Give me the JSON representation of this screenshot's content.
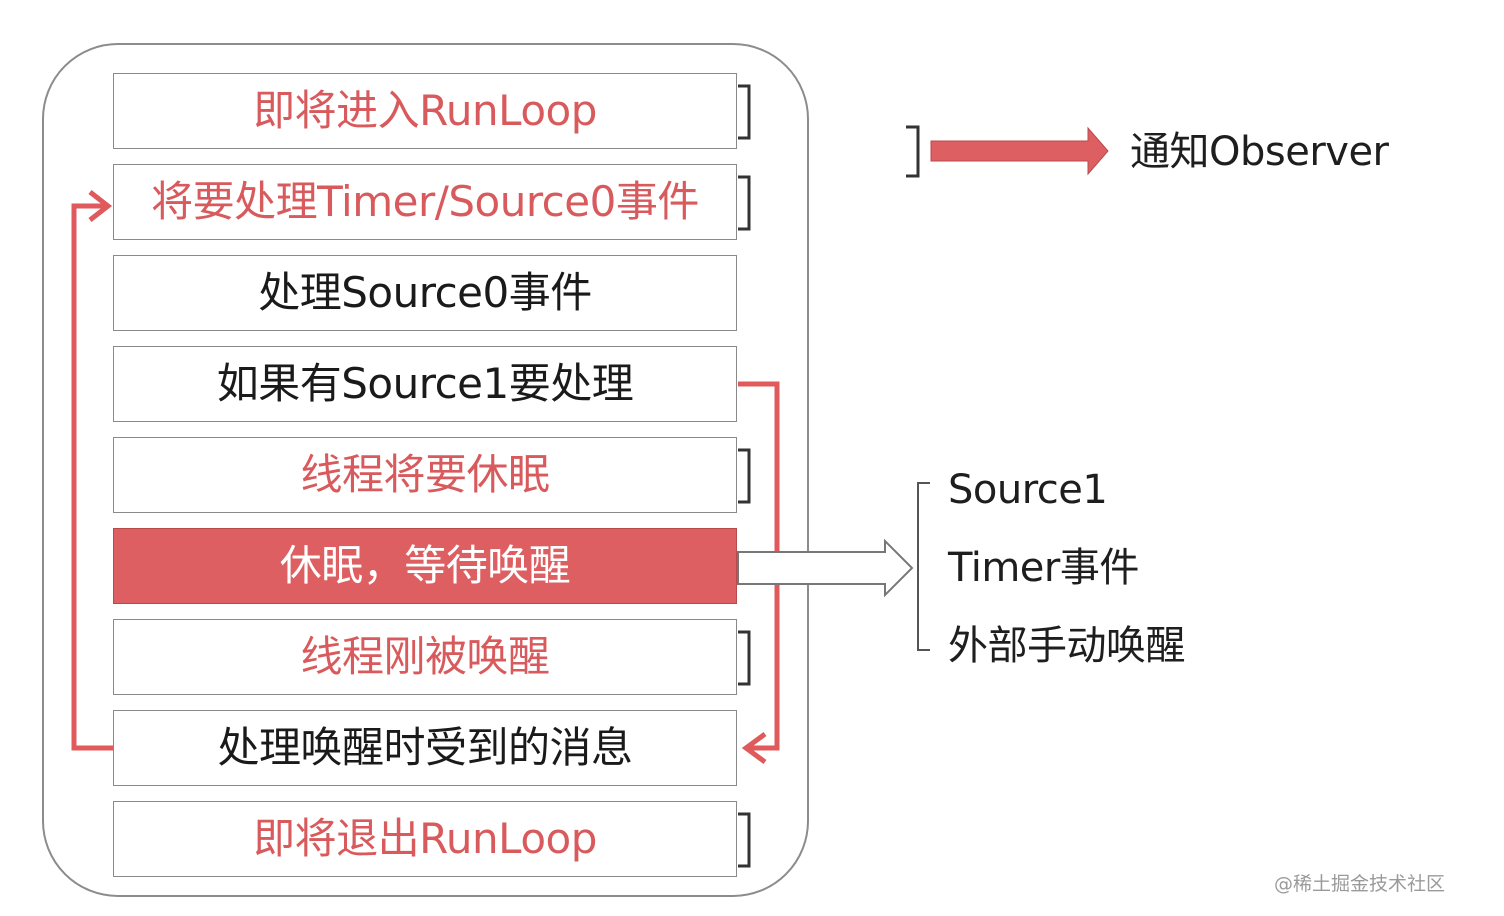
{
  "steps": [
    {
      "label": "即将进入RunLoop",
      "style": "red",
      "observer": true
    },
    {
      "label": "将要处理Timer/Source0事件",
      "style": "red",
      "observer": true
    },
    {
      "label": "处理Source0事件",
      "style": "black",
      "observer": false
    },
    {
      "label": "如果有Source1要处理",
      "style": "black",
      "observer": false
    },
    {
      "label": "线程将要休眠",
      "style": "red",
      "observer": true
    },
    {
      "label": "休眠，等待唤醒",
      "style": "filled",
      "observer": false
    },
    {
      "label": "线程刚被唤醒",
      "style": "red",
      "observer": true
    },
    {
      "label": "处理唤醒时受到的消息",
      "style": "black",
      "observer": false
    },
    {
      "label": "即将退出RunLoop",
      "style": "red",
      "observer": true
    }
  ],
  "legend": {
    "notify_label": "通知Observer"
  },
  "wake_sources": [
    "Source1",
    "Timer事件",
    "外部手动唤醒"
  ],
  "watermark": "@稀土掘金技术社区",
  "colors": {
    "accent_red": "#de5f61",
    "red_text": "#d85a5c",
    "border_gray": "#8a8a8a"
  }
}
